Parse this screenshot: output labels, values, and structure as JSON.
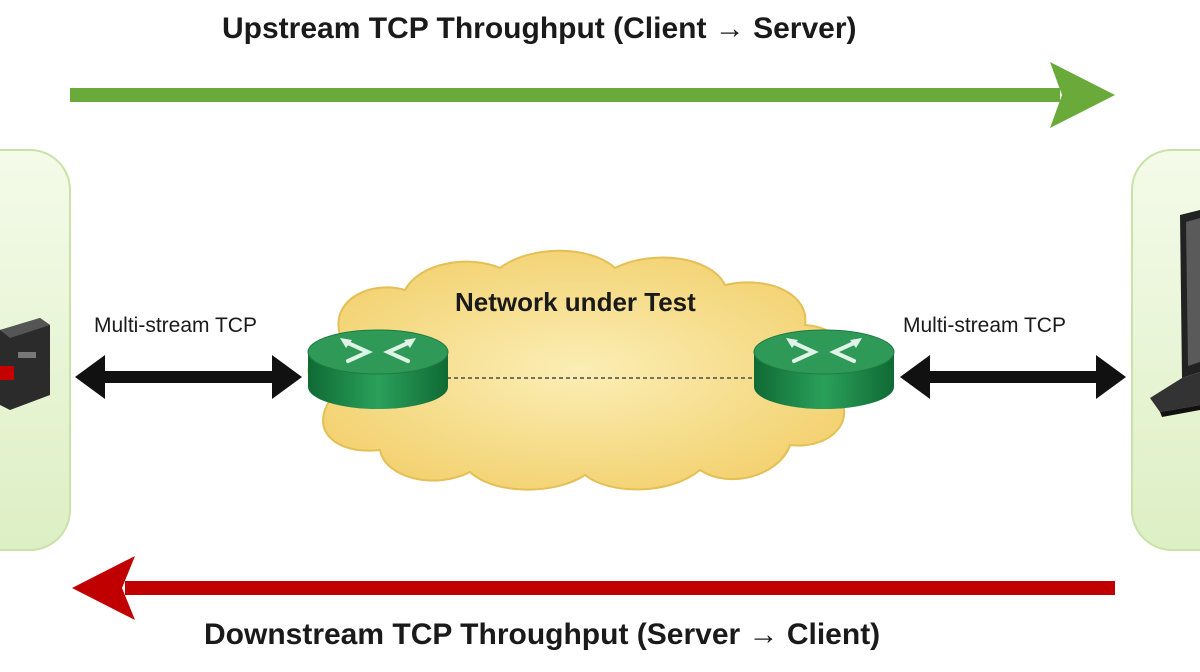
{
  "diagram": {
    "upstream_label": "Upstream TCP Throughput (Client → Server)",
    "downstream_label": "Downstream TCP Throughput (Server → Client)",
    "network_label": "Network under Test",
    "left_link_label": "Multi-stream TCP",
    "right_link_label": "Multi-stream TCP"
  },
  "colors": {
    "upstream_arrow": "#6aaa3a",
    "downstream_arrow": "#c00000",
    "cloud_fill": "#f7dc87",
    "panel_fill": "#eaf6d6",
    "router_fill": "#1f8a4a"
  },
  "icons": [
    "test-device-icon",
    "router-icon",
    "router-icon",
    "laptop-icon"
  ]
}
